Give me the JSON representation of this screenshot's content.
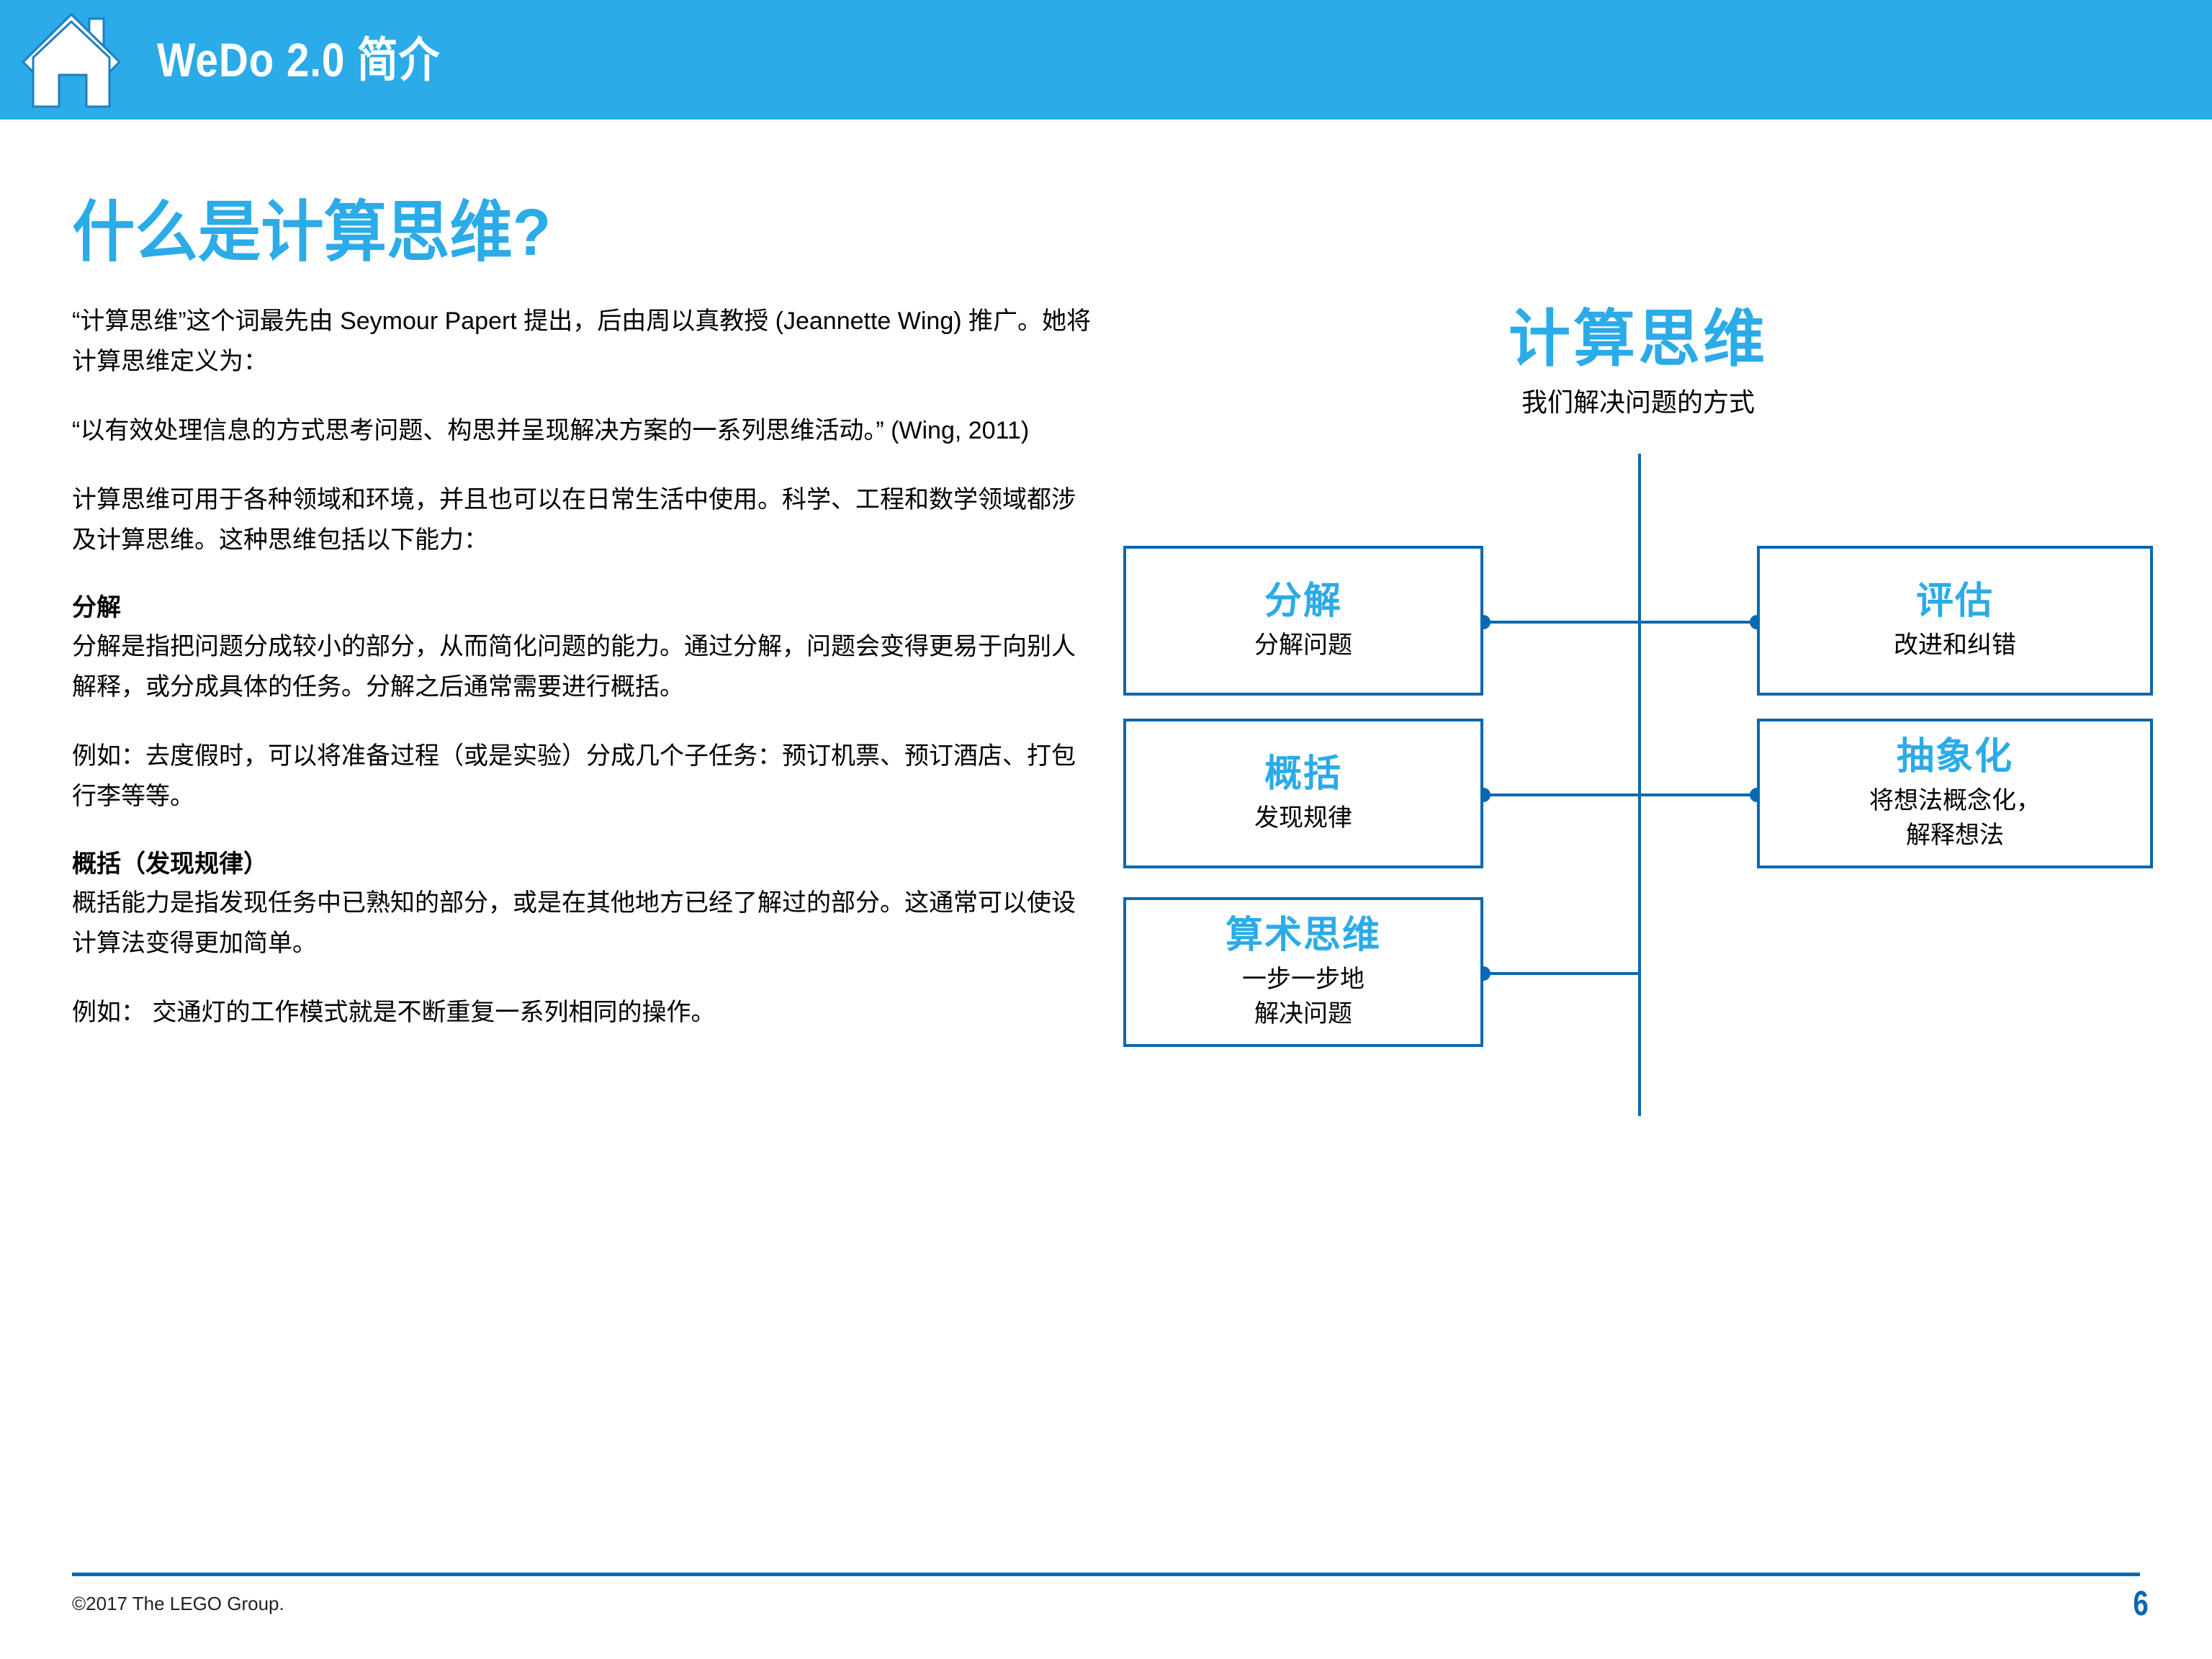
{
  "header": {
    "title": "WeDo 2.0 简介",
    "icon": "home-icon",
    "bg_color": "#2BABE8"
  },
  "page": {
    "title": "什么是计算思维?",
    "title_color": "#2BABE8"
  },
  "article": {
    "paragraphs": [
      "“计算思维”这个词最先由 Seymour Papert 提出，后由周以真教授 (Jeannette Wing) 推广。她将计算思维定义为：",
      "“以有效处理信息的方式思考问题、构思并呈现解决方案的一系列思维活动。” (Wing, 2011)",
      "计算思维可用于各种领域和环境，并且也可以在日常生活中使用。科学、工程和数学领域都涉及计算思维。这种思维包括以下能力："
    ],
    "sections": [
      {
        "heading": "分解",
        "body": "分解是指把问题分成较小的部分，从而简化问题的能力。通过分解，问题会变得更易于向别人解释，或分成具体的任务。分解之后通常需要进行概括。",
        "example": "例如：去度假时，可以将准备过程（或是实验）分成几个子任务：预订机票、预订酒店、打包行李等等。"
      },
      {
        "heading": "概括（发现规律）",
        "body": "概括能力是指发现任务中已熟知的部分，或是在其他地方已经了解过的部分。这通常可以使设计算法变得更加简单。",
        "example": "例如： 交通灯的工作模式就是不断重复一系列相同的操作。"
      }
    ]
  },
  "diagram": {
    "title": "计算思维",
    "subtitle": "我们解决问题的方式",
    "border_color": "#0A68B0",
    "accent_color": "#2BABE8",
    "nodes": [
      {
        "title": "分解",
        "sub": "分解问题",
        "side": "left",
        "row": 1
      },
      {
        "title": "评估",
        "sub": "改进和纠错",
        "side": "right",
        "row": 1
      },
      {
        "title": "概括",
        "sub": "发现规律",
        "side": "left",
        "row": 2
      },
      {
        "title": "抽象化",
        "sub": "将想法概念化，\n解释想法",
        "side": "right",
        "row": 2
      },
      {
        "title": "算术思维",
        "sub": "一步一步地\n解决问题",
        "side": "left",
        "row": 3
      }
    ]
  },
  "footer": {
    "copyright": "©2017 The LEGO Group.",
    "page_number": "6",
    "rule_color": "#0A68B0"
  }
}
